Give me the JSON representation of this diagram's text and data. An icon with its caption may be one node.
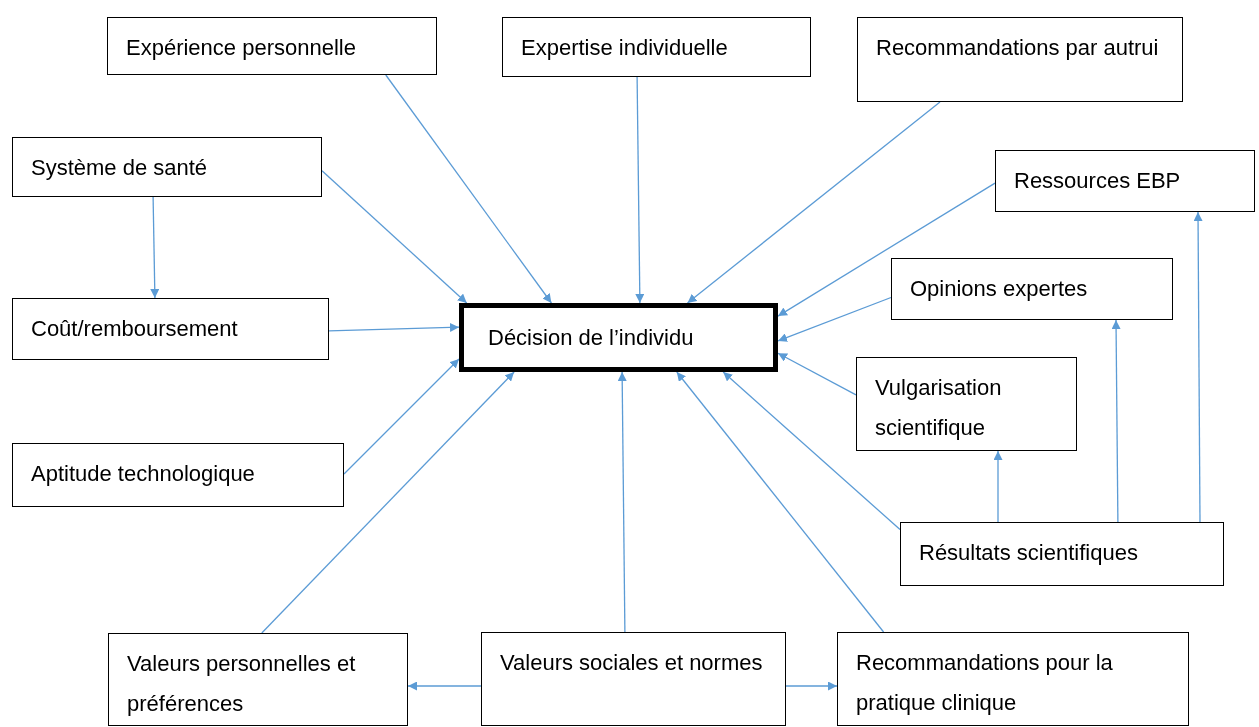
{
  "diagram": {
    "nodes": [
      {
        "text": [
          "Expérience personnelle"
        ]
      },
      {
        "text": [
          "Expertise individuelle"
        ]
      },
      {
        "text": [
          "Recommandations par autrui"
        ]
      },
      {
        "text": [
          "Système de santé"
        ]
      },
      {
        "text": [
          "Ressources EBP"
        ]
      },
      {
        "text": [
          "Opinions expertes"
        ]
      },
      {
        "text": [
          "Coût/remboursement"
        ]
      },
      {
        "text": [
          "Décision de l’individu"
        ]
      },
      {
        "text": [
          "Vulgarisation scientifique"
        ]
      },
      {
        "text": [
          "Aptitude technologique"
        ]
      },
      {
        "text": [
          "Résultats scientifiques"
        ]
      },
      {
        "text": [
          "Valeurs personnelles et préférences"
        ]
      },
      {
        "text": [
          "Valeurs sociales et normes"
        ]
      },
      {
        "text": [
          "Recommandations pour la pratique clinique"
        ]
      }
    ],
    "edges": [
      {
        "from": 0,
        "to": 7,
        "arrow": "to"
      },
      {
        "from": 1,
        "to": 7,
        "arrow": "to"
      },
      {
        "from": 2,
        "to": 7,
        "arrow": "to"
      },
      {
        "from": 3,
        "to": 7,
        "arrow": "to"
      },
      {
        "from": 3,
        "to": 6,
        "arrow": "to"
      },
      {
        "from": 4,
        "to": 7,
        "arrow": "to"
      },
      {
        "from": 5,
        "to": 7,
        "arrow": "to"
      },
      {
        "from": 6,
        "to": 7,
        "arrow": "to"
      },
      {
        "from": 8,
        "to": 7,
        "arrow": "to"
      },
      {
        "from": 9,
        "to": 7,
        "arrow": "to"
      },
      {
        "from": 10,
        "to": 7,
        "arrow": "to"
      },
      {
        "from": 10,
        "to": 8,
        "arrow": "to"
      },
      {
        "from": 10,
        "to": 5,
        "arrow": "to"
      },
      {
        "from": 10,
        "to": 4,
        "arrow": "to"
      },
      {
        "from": 11,
        "to": 7,
        "arrow": "to"
      },
      {
        "from": 12,
        "to": 7,
        "arrow": "to"
      },
      {
        "from": 12,
        "to": 11,
        "arrow": "to"
      },
      {
        "from": 12,
        "to": 13,
        "arrow": "to"
      },
      {
        "from": 13,
        "to": 7,
        "arrow": "to"
      }
    ]
  }
}
